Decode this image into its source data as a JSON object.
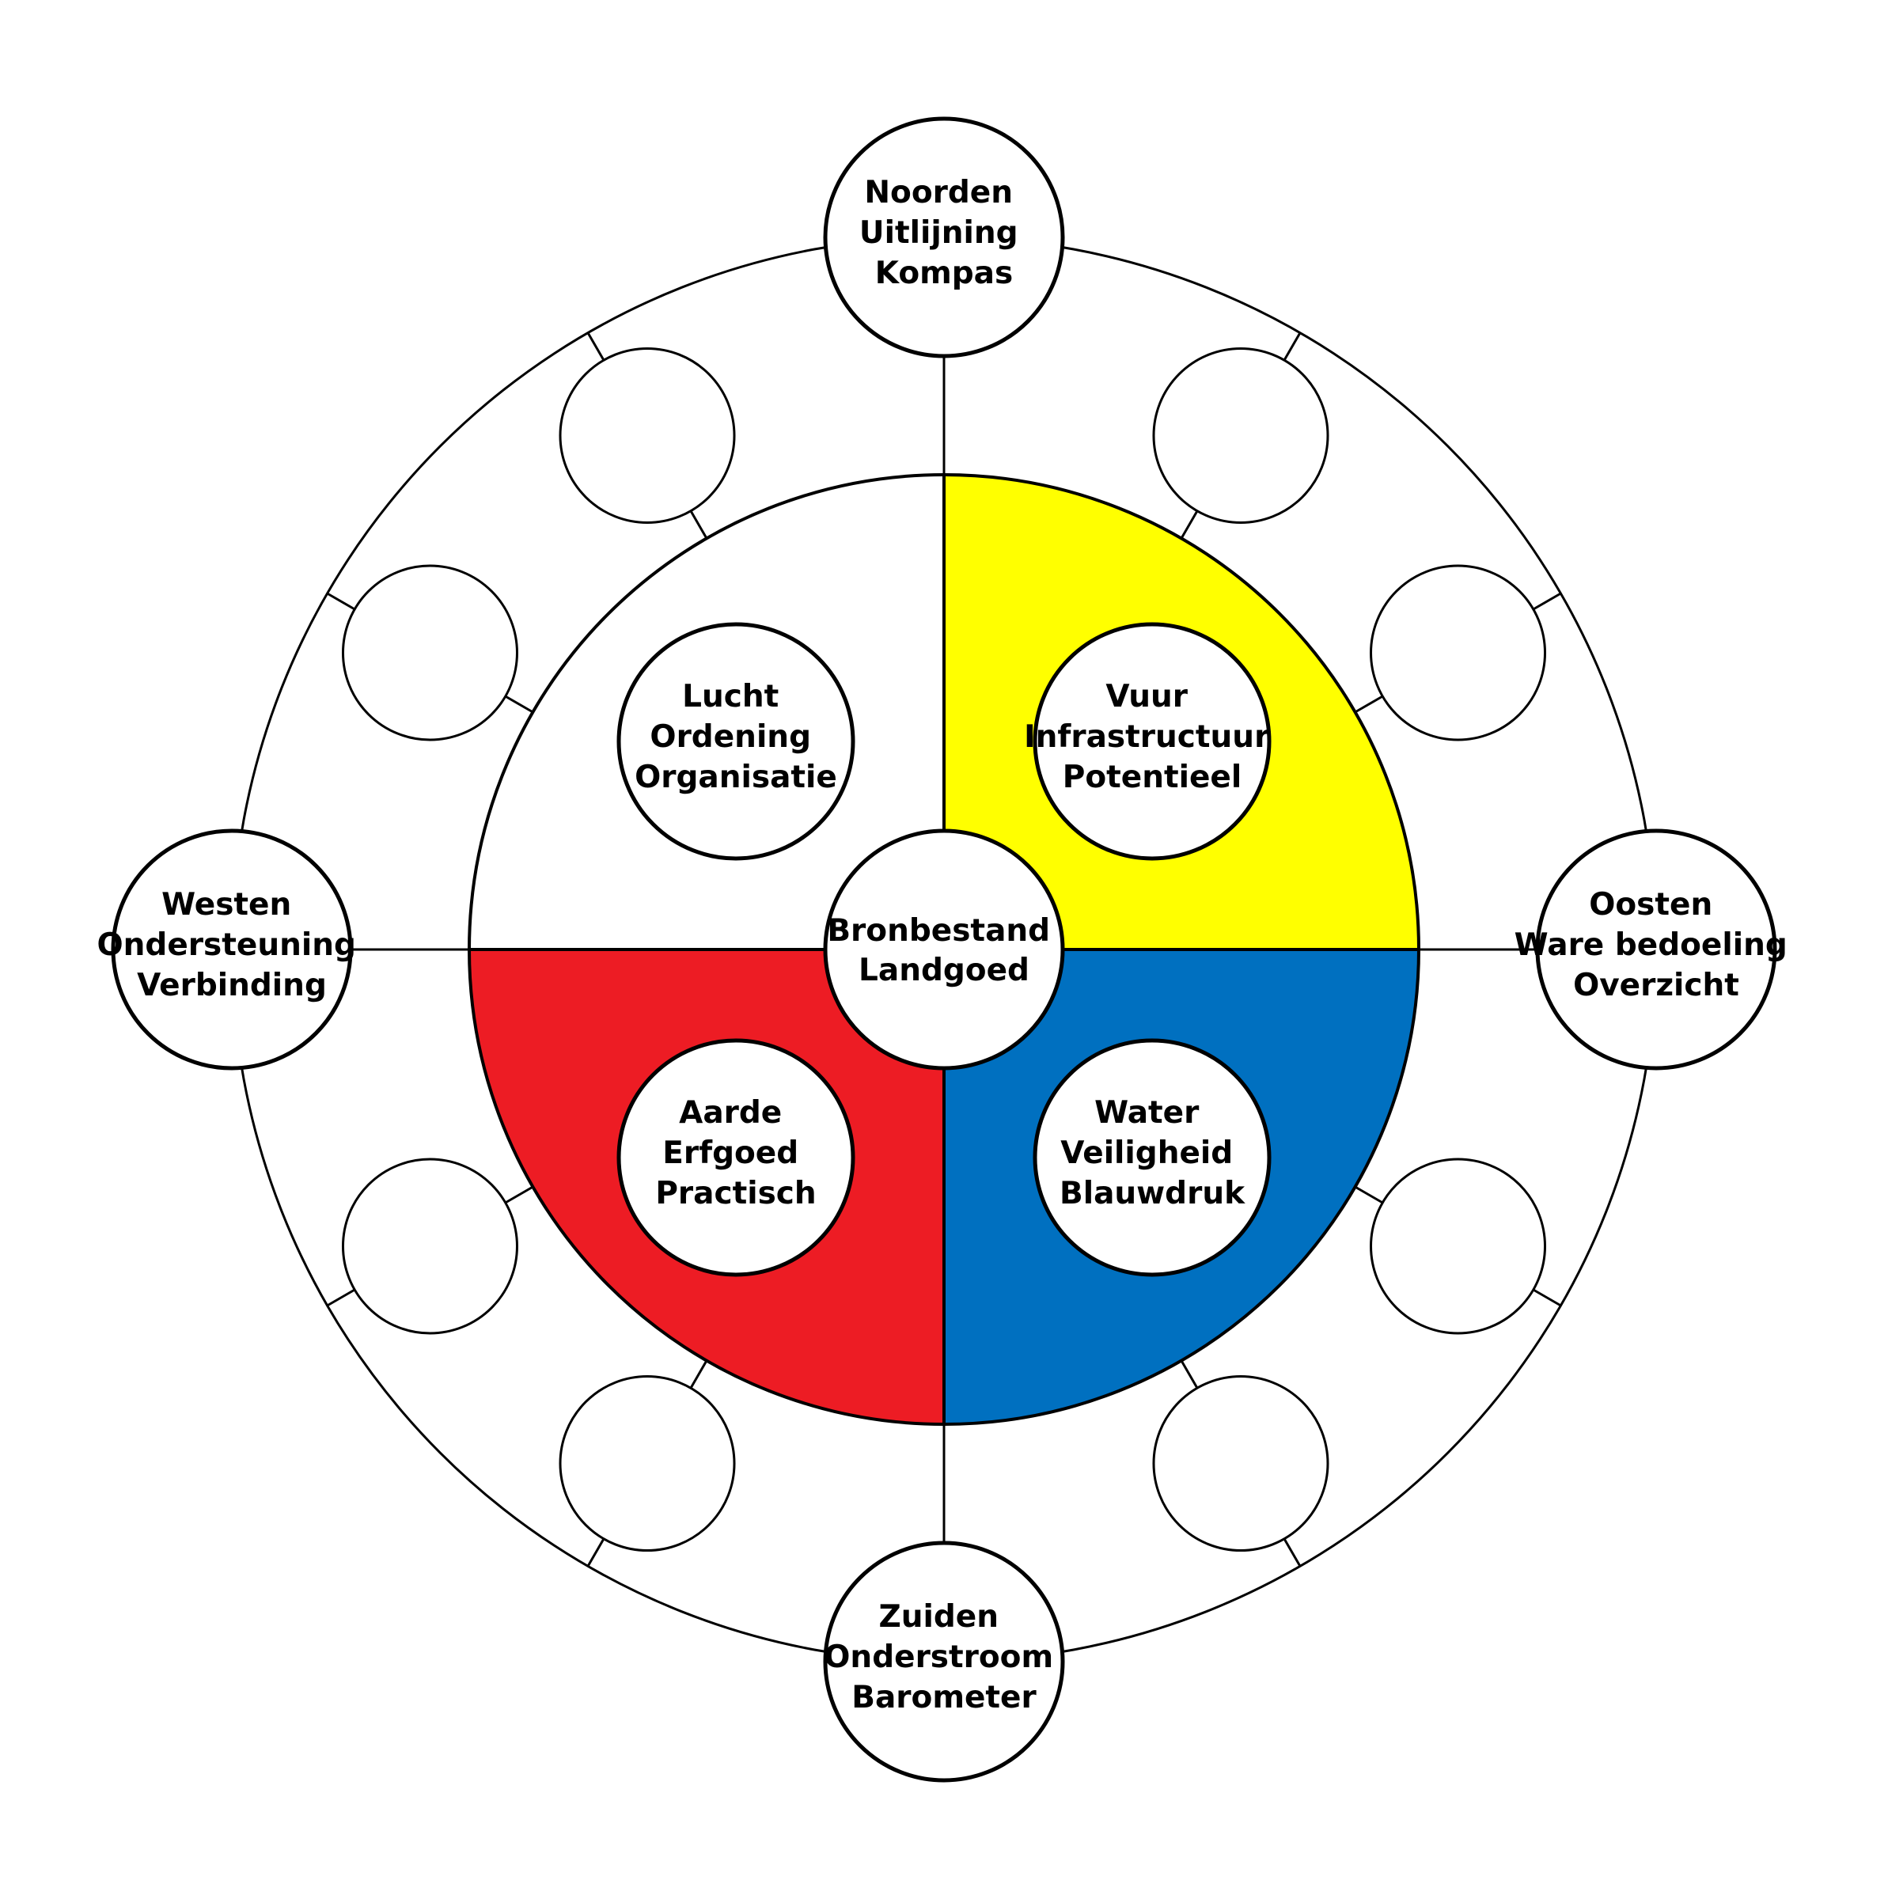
{
  "colors": {
    "fire_quadrant": "#ffff00",
    "water_quadrant": "#0070c0",
    "earth_quadrant": "#ed1c24",
    "air_quadrant": "#ffffff",
    "line": "#000000"
  },
  "center": {
    "lines": [
      "Bronbestand",
      "Landgoed"
    ]
  },
  "elements": {
    "air": {
      "lines": [
        "Lucht",
        "Ordening",
        "Organisatie"
      ]
    },
    "fire": {
      "lines": [
        "Vuur",
        "Infrastructuur",
        "Potentieel"
      ]
    },
    "earth": {
      "lines": [
        "Aarde",
        "Erfgoed",
        "Practisch"
      ]
    },
    "water": {
      "lines": [
        "Water",
        "Veiligheid",
        "Blauwdruk"
      ]
    }
  },
  "directions": {
    "north": {
      "lines": [
        "Noorden",
        "Uitlijning",
        "Kompas"
      ]
    },
    "east": {
      "lines": [
        "Oosten",
        "Ware bedoeling",
        "Overzicht"
      ]
    },
    "south": {
      "lines": [
        "Zuiden",
        "Onderstroom",
        "Barometer"
      ]
    },
    "west": {
      "lines": [
        "Westen",
        "Ondersteuning",
        "Verbinding"
      ]
    }
  }
}
